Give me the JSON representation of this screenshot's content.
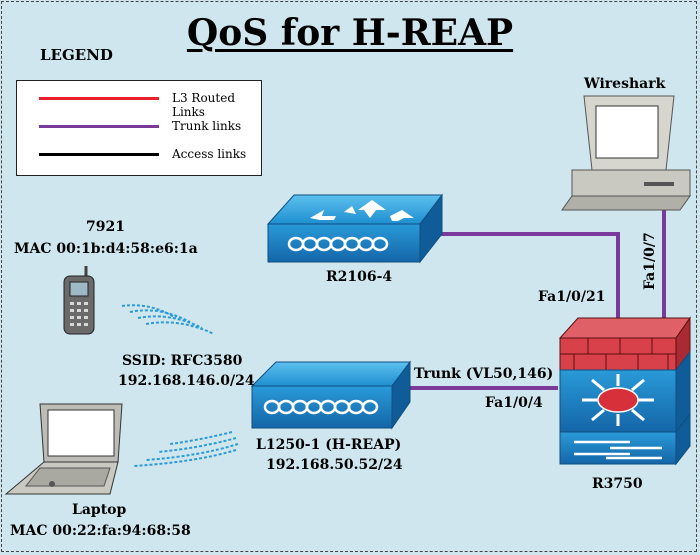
{
  "title": "QoS for H-REAP",
  "legend": {
    "heading": "LEGEND",
    "items": [
      {
        "label": "L3 Routed Links",
        "color": "#e8202a"
      },
      {
        "label": "Trunk links",
        "color": "#7a3a9a"
      },
      {
        "label": "Access links",
        "color": "#000000"
      }
    ]
  },
  "devices": {
    "wireshark": {
      "label": "Wireshark"
    },
    "r2106": {
      "label": "R2106-4"
    },
    "r3750": {
      "label": "R3750"
    },
    "ap": {
      "label1": "L1250-1 (H-REAP)",
      "label2": "192.168.50.52/24"
    },
    "phone": {
      "label1": "7921",
      "label2": "MAC 00:1b:d4:58:e6:1a"
    },
    "laptop": {
      "label1": "Laptop",
      "label2": "MAC 00:22:fa:94:68:58"
    }
  },
  "ssid": {
    "line1": "SSID: RFC3580",
    "line2": "192.168.146.0/24"
  },
  "ports": {
    "fa1_0_21": "Fa1/0/21",
    "fa1_0_7": "Fa1/0/7",
    "fa1_0_4": "Fa1/0/4",
    "trunk": "Trunk (VL50,146)"
  },
  "colors": {
    "trunk": "#7a3a9a",
    "device_blue": "#1a86c8",
    "firewall_red": "#d8404a",
    "background": "#cfe6ee"
  }
}
